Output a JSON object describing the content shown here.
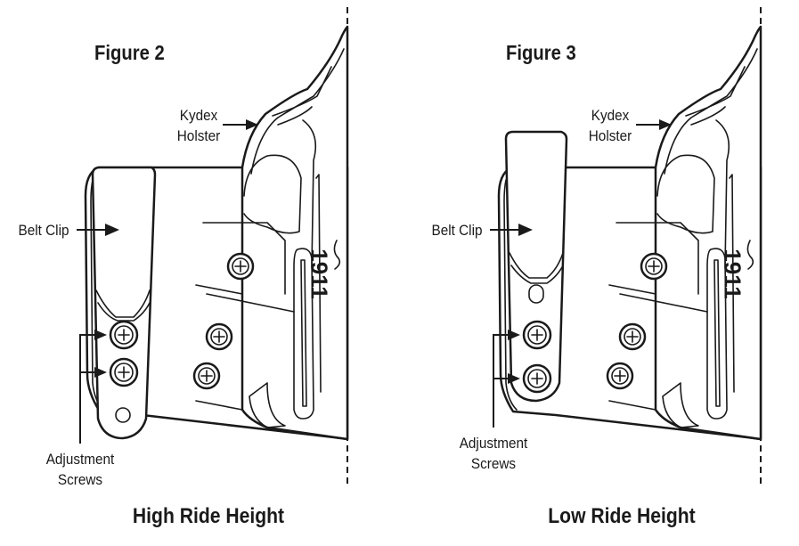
{
  "figures": [
    {
      "title": "Figure 2",
      "caption": "High Ride Height",
      "labels": {
        "kydex": [
          "Kydex",
          "Holster"
        ],
        "belt_clip": "Belt Clip",
        "adjustment": [
          "Adjustment",
          "Screws"
        ],
        "stamp": "1911"
      },
      "clip_position": "high"
    },
    {
      "title": "Figure 3",
      "caption": "Low Ride Height",
      "labels": {
        "kydex": [
          "Kydex",
          "Holster"
        ],
        "belt_clip": "Belt Clip",
        "adjustment": [
          "Adjustment",
          "Screws"
        ],
        "stamp": "1911"
      },
      "clip_position": "low"
    }
  ]
}
